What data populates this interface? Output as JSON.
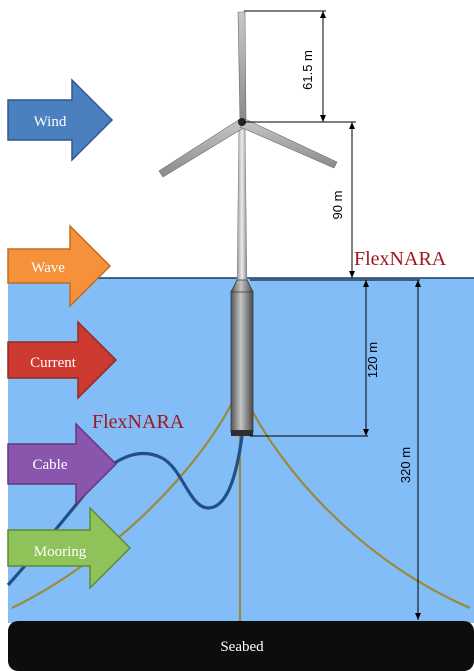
{
  "dimensions": {
    "rotor_height": "61.5 m",
    "hub_height": "90 m",
    "spar_draft": "120 m",
    "water_depth": "320 m"
  },
  "labels": {
    "flexnara_top": "FlexNARA",
    "flexnara_mid": "FlexNARA",
    "seabed": "Seabed"
  },
  "arrows": {
    "wind": "Wind",
    "wave": "Wave",
    "current": "Current",
    "cable": "Cable",
    "mooring": "Mooring"
  },
  "colors": {
    "sea": "#83bdf7",
    "sea_surface_line": "#1a3a66",
    "seabed": "#0d0d0d",
    "flexnara_text": "#a0161c",
    "wind_arrow": "#4a7fc0",
    "wave_arrow": "#f5913b",
    "current_arrow": "#cc3a32",
    "cable_arrow": "#8a56ad",
    "mooring_arrow": "#8fc35a",
    "cable_line": "#234f82",
    "mooring_line": "#9a8a3a"
  }
}
